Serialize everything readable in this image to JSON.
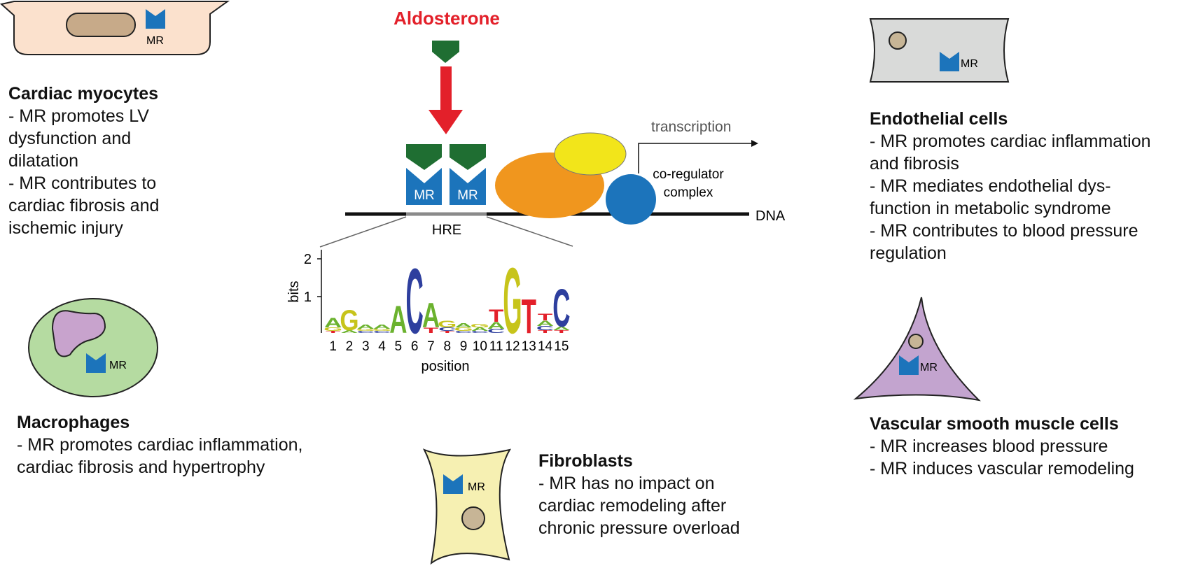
{
  "hormone": {
    "label": "Aldosterone",
    "color": "#e3202a"
  },
  "colors": {
    "ligand": "#1f6e32",
    "receptor": "#1c74bb",
    "orange_protein": "#f0961e",
    "yellow_protein": "#f2e51a",
    "blue_protein": "#1c74bb",
    "cardiac_cell": "#fbe1cd",
    "cardiac_nucleus": "#c7aa89",
    "endo_cell": "#d9dad9",
    "macrophage_cell": "#b5dba1",
    "macrophage_nucleus": "#c8a3cd",
    "fibroblast_cell": "#f6f0b2",
    "vsmc_cell": "#c3a4cf",
    "nucleus_dot": "#c7b596"
  },
  "receptor_label": "MR",
  "dna": {
    "label": "DNA",
    "hre_label": "HRE",
    "transcription_label": "transcription",
    "complex_label_1": "co-regulator",
    "complex_label_2": "complex"
  },
  "logo": {
    "ylabel": "bits",
    "xlabel": "position",
    "yticks": [
      "2",
      "1"
    ],
    "positions": [
      "1",
      "2",
      "3",
      "4",
      "5",
      "6",
      "7",
      "8",
      "9",
      "10",
      "11",
      "12",
      "13",
      "14",
      "15"
    ]
  },
  "cells": {
    "cardiac": {
      "title": "Cardiac myocytes",
      "lines": [
        "- MR promotes LV",
        "dysfunction and",
        "dilatation",
        "- MR contributes to",
        "cardiac fibrosis and",
        "ischemic injury"
      ]
    },
    "macrophages": {
      "title": "Macrophages",
      "lines": [
        "- MR promotes cardiac inflammation,",
        "cardiac fibrosis and hypertrophy"
      ]
    },
    "fibroblasts": {
      "title": "Fibroblasts",
      "lines": [
        "- MR has no impact on",
        "cardiac remodeling after",
        "chronic pressure overload"
      ]
    },
    "endothelial": {
      "title": "Endothelial cells",
      "lines": [
        "- MR promotes cardiac inflammation",
        "and fibrosis",
        "- MR mediates endothelial dys-",
        "function in metabolic syndrome",
        "- MR contributes to blood pressure",
        "regulation"
      ]
    },
    "vsmc": {
      "title": "Vascular smooth muscle cells",
      "lines": [
        "- MR increases blood pressure",
        "- MR induces vascular remodeling"
      ]
    }
  }
}
